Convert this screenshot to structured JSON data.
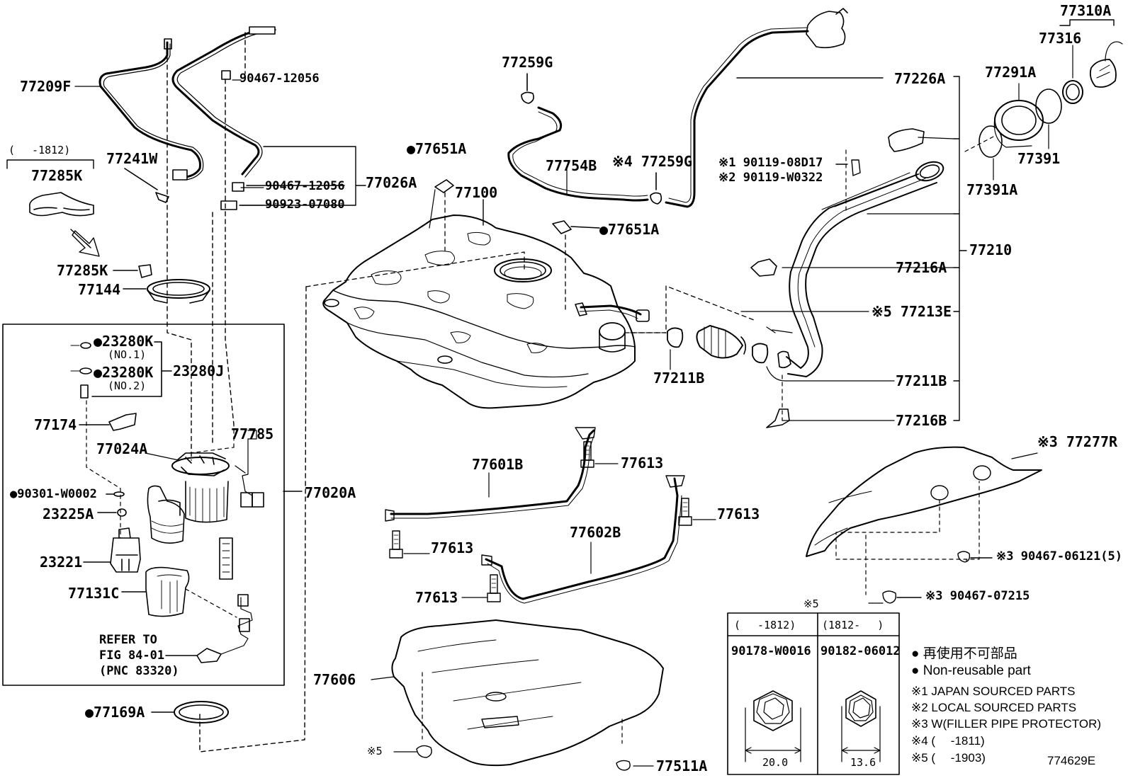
{
  "labels": {
    "p77209F": "77209F",
    "p90467_12056a": "90467-12056",
    "p90467_12056b": "90467-12056",
    "p90923_07080": "90923-07080",
    "p77026A": "77026A",
    "range_1812": "(　 -1812)",
    "p77241W": "77241W",
    "p77285K": "77285K",
    "p77285K_b": "77285K",
    "p77144": "77144",
    "p23280K1": "●23280K",
    "no1": "(NO.1)",
    "p23280K2": "●23280K",
    "no2": "(NO.2)",
    "p23280J": "23280J",
    "p77174": "77174",
    "p77024A": "77024A",
    "p77785": "77785",
    "p90301": "●90301-W0002",
    "p23225A": "23225A",
    "p23221": "23221",
    "p77131C": "77131C",
    "refer1": "REFER TO",
    "refer2": "FIG 84-01",
    "refer3": "(PNC 83320)",
    "p77020A": "77020A",
    "p77169A": "●77169A",
    "p77259G": "77259G",
    "p77754B": "77754B",
    "p77259G_b": "※4 77259G",
    "p77651A_a": "●77651A",
    "p77100": "77100",
    "p77651A_b": "●77651A",
    "p77226A": "77226A",
    "p90119_08D17": "※1 90119-08D17",
    "p90119_W0322": "※2 90119-W0322",
    "p77210": "77210",
    "p77216A": "77216A",
    "p77213E": "※5 77213E",
    "p77211B_a": "77211B",
    "p77211B_b": "77211B",
    "p77216B": "77216B",
    "p77310A": "77310A",
    "p77316": "77316",
    "p77291A": "77291A",
    "p77391": "77391",
    "p77391A": "77391A",
    "p77601B": "77601B",
    "p77613_a": "77613",
    "p77613_b": "77613",
    "p77613_c": "77613",
    "p77613_d": "77613",
    "p77602B": "77602B",
    "p77277R": "※3 77277R",
    "p90467_06121": "※3 90467-06121(5)",
    "p90467_07215": "※3 90467-07215",
    "p77606": "77606",
    "mark5": "※5",
    "p77511A": "77511A"
  },
  "table": {
    "title": "※5",
    "col1_range": "(　 -1812)",
    "col2_range": "(1812-　 )",
    "col1_part": "90178-W0016",
    "col2_part": "90182-06012",
    "col1_dim": "20.0",
    "col2_dim": "13.6"
  },
  "legend": {
    "line1": "● 再使用不可部品",
    "line2": "● Non-reusable part",
    "line3": "※1 JAPAN SOURCED PARTS",
    "line4": "※2 LOCAL SOURCED PARTS",
    "line5": "※3 W(FILLER PIPE PROTECTOR)",
    "line6": "※4 (　 -1811)",
    "line7": "※5 (　 -1903)"
  },
  "figure_id": "774629E"
}
